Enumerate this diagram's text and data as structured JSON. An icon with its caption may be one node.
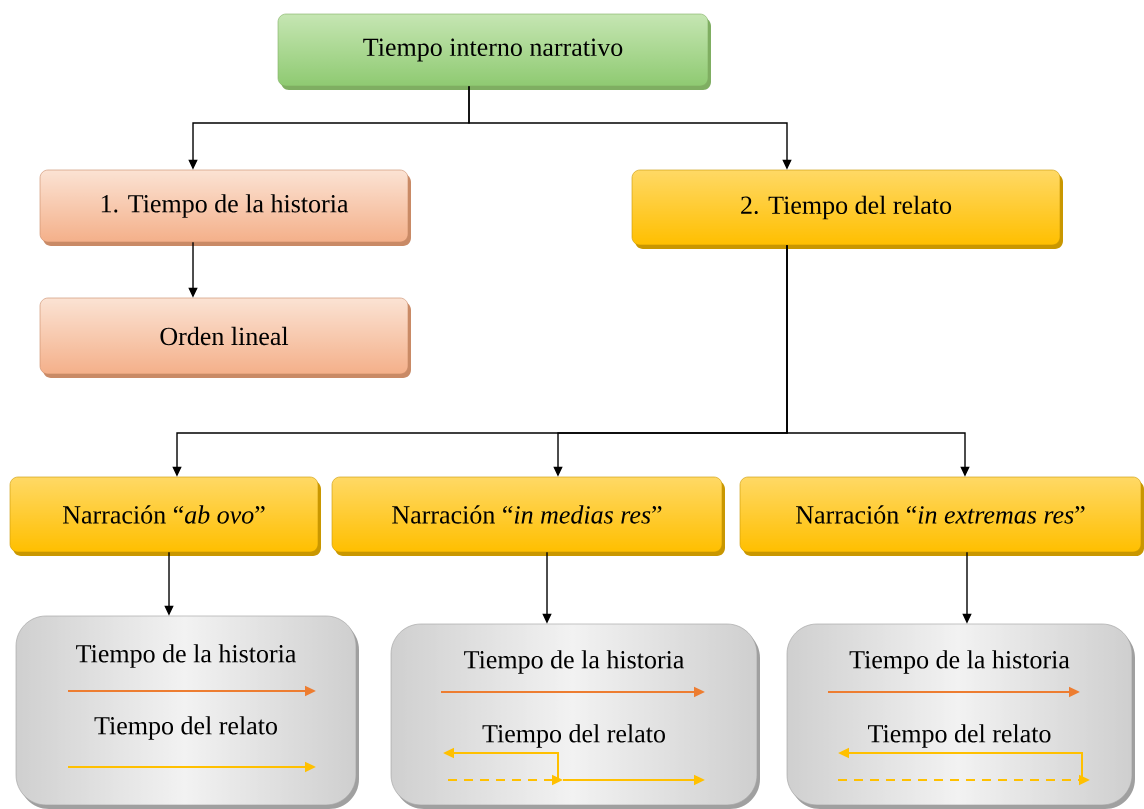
{
  "diagram": {
    "nodes": [
      {
        "text": [
          "Tiempo interno narrativo"
        ]
      },
      {
        "text": [
          "1. Tiempo de la historia"
        ]
      },
      {
        "text": [
          "2. Tiempo del relato"
        ]
      },
      {
        "text": [
          "Orden lineal"
        ]
      },
      {
        "text": [
          "Narración “*ab ovo*”"
        ]
      },
      {
        "text": [
          "Narración “*in medias res*”"
        ]
      },
      {
        "text": [
          "Narración “*in extremas res*”"
        ]
      },
      {
        "text": [
          "Tiempo de la historia",
          "Tiempo del relato"
        ]
      },
      {
        "text": [
          "Tiempo de la historia",
          "Tiempo del relato"
        ]
      },
      {
        "text": [
          "Tiempo de la historia",
          "Tiempo del relato"
        ]
      }
    ],
    "edges": [
      {
        "from": 0,
        "to": 1,
        "arrow": "to"
      },
      {
        "from": 0,
        "to": 2,
        "arrow": "to"
      },
      {
        "from": 1,
        "to": 3,
        "arrow": "to"
      },
      {
        "from": 2,
        "to": 4,
        "arrow": "to"
      },
      {
        "from": 2,
        "to": 5,
        "arrow": "to"
      },
      {
        "from": 2,
        "to": 6,
        "arrow": "to"
      },
      {
        "from": 4,
        "to": 7,
        "arrow": "to"
      },
      {
        "from": 5,
        "to": 8,
        "arrow": "to"
      },
      {
        "from": 6,
        "to": 9,
        "arrow": "to"
      }
    ]
  }
}
